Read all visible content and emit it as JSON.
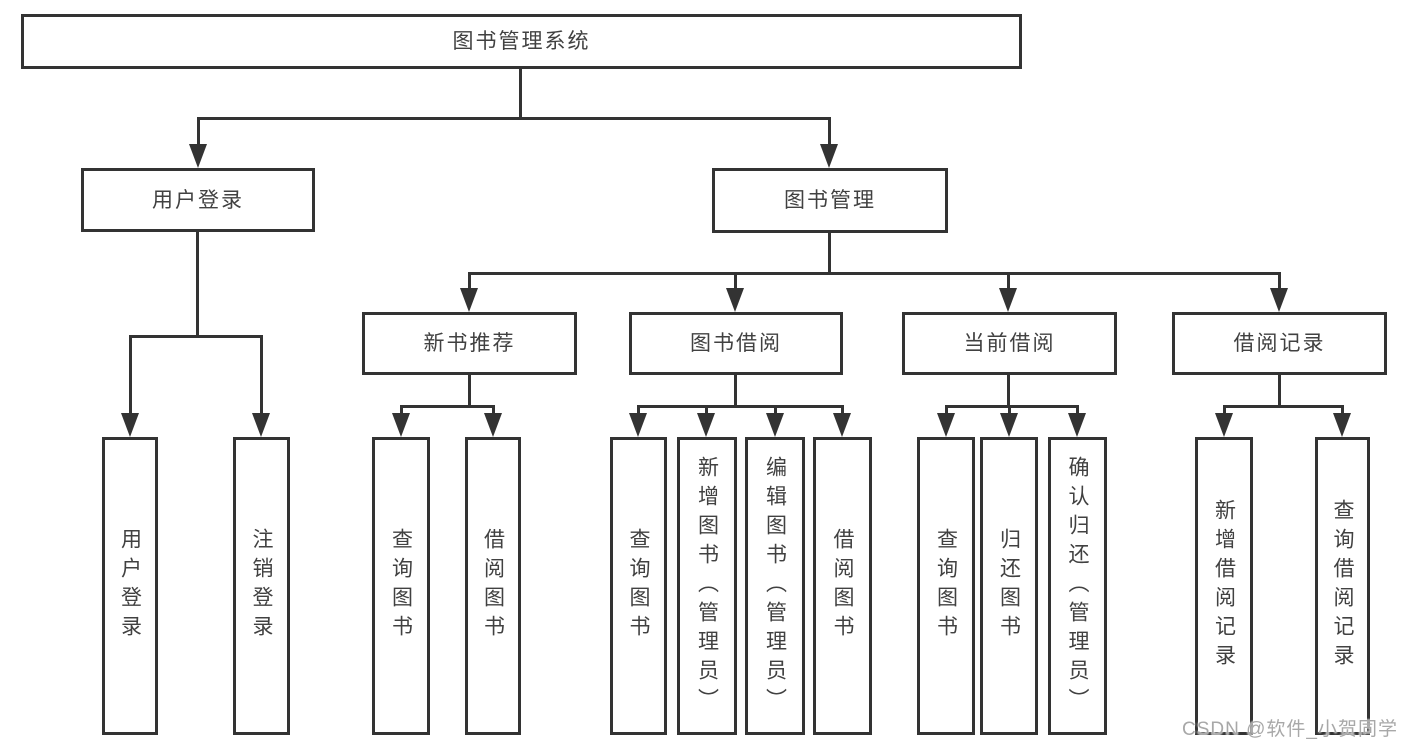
{
  "tree": {
    "label": "图书管理系统",
    "children": [
      {
        "label": "用户登录",
        "children": [
          {
            "label": "用户登录"
          },
          {
            "label": "注销登录"
          }
        ]
      },
      {
        "label": "图书管理",
        "children": [
          {
            "label": "新书推荐",
            "children": [
              {
                "label": "查询图书"
              },
              {
                "label": "借阅图书"
              }
            ]
          },
          {
            "label": "图书借阅",
            "children": [
              {
                "label": "查询图书"
              },
              {
                "label": "新增图书（管理员）"
              },
              {
                "label": "编辑图书（管理员）"
              },
              {
                "label": "借阅图书"
              }
            ]
          },
          {
            "label": "当前借阅",
            "children": [
              {
                "label": "查询图书"
              },
              {
                "label": "归还图书"
              },
              {
                "label": "确认归还（管理员）"
              }
            ]
          },
          {
            "label": "借阅记录",
            "children": [
              {
                "label": "新增借阅记录"
              },
              {
                "label": "查询借阅记录"
              }
            ]
          }
        ]
      }
    ]
  },
  "watermark": {
    "text": "CSDN @软件_小贺同学"
  },
  "colors": {
    "line": "#333333",
    "text": "#414141",
    "background": "#ffffff",
    "watermark": "#a8a8a8"
  }
}
